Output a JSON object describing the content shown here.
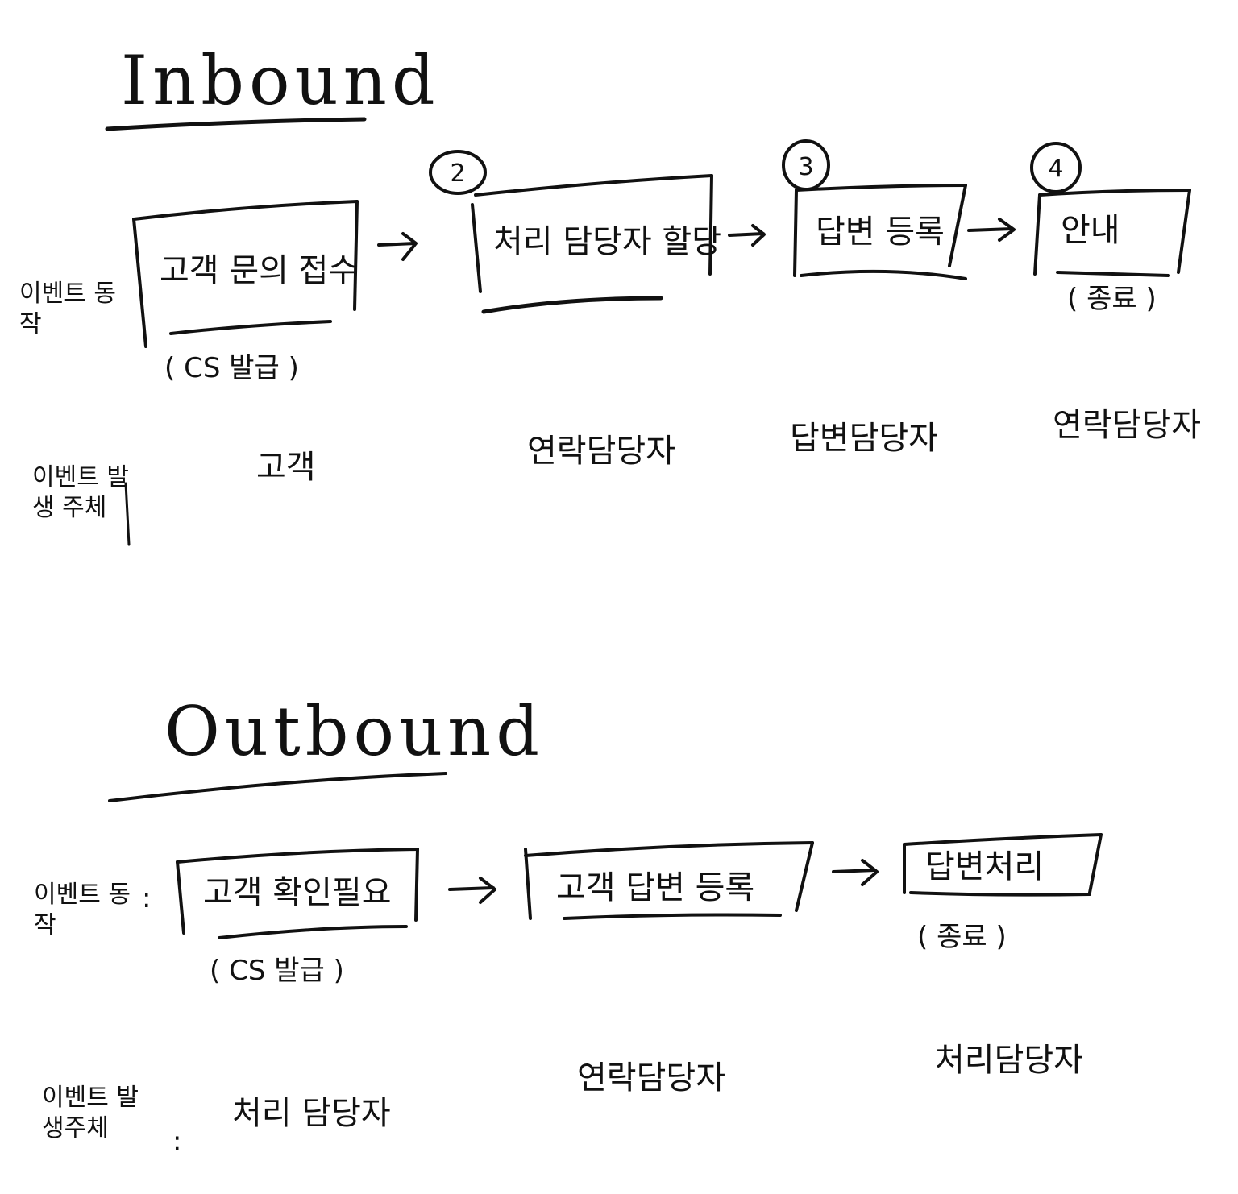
{
  "inbound": {
    "title": "Inbound",
    "row_labels": {
      "event_action": "이벤트 동작",
      "event_actor": "이벤트 발생 주체"
    },
    "steps": [
      {
        "number": "",
        "label": "고객 문의 접수",
        "note": "( CS 발급 )",
        "actor": "고객"
      },
      {
        "number": "2",
        "label": "처리 담당자 할당",
        "note": "",
        "actor": "연락담당자"
      },
      {
        "number": "3",
        "label": "답변 등록",
        "note": "",
        "actor": "답변담당자"
      },
      {
        "number": "4",
        "label": "안내",
        "note": "( 종료 )",
        "actor": "연락담당자"
      }
    ]
  },
  "outbound": {
    "title": "Outbound",
    "row_labels": {
      "event_action": "이벤트 동작",
      "event_actor": "이벤트 발생주체"
    },
    "separator": ":",
    "steps": [
      {
        "label": "고객 확인필요",
        "note": "( CS 발급 )",
        "actor": "처리 담당자"
      },
      {
        "label": "고객 답변 등록",
        "note": "",
        "actor": "연락담당자"
      },
      {
        "label": "답변처리",
        "note": "( 종료 )",
        "actor": "처리담당자"
      }
    ]
  }
}
